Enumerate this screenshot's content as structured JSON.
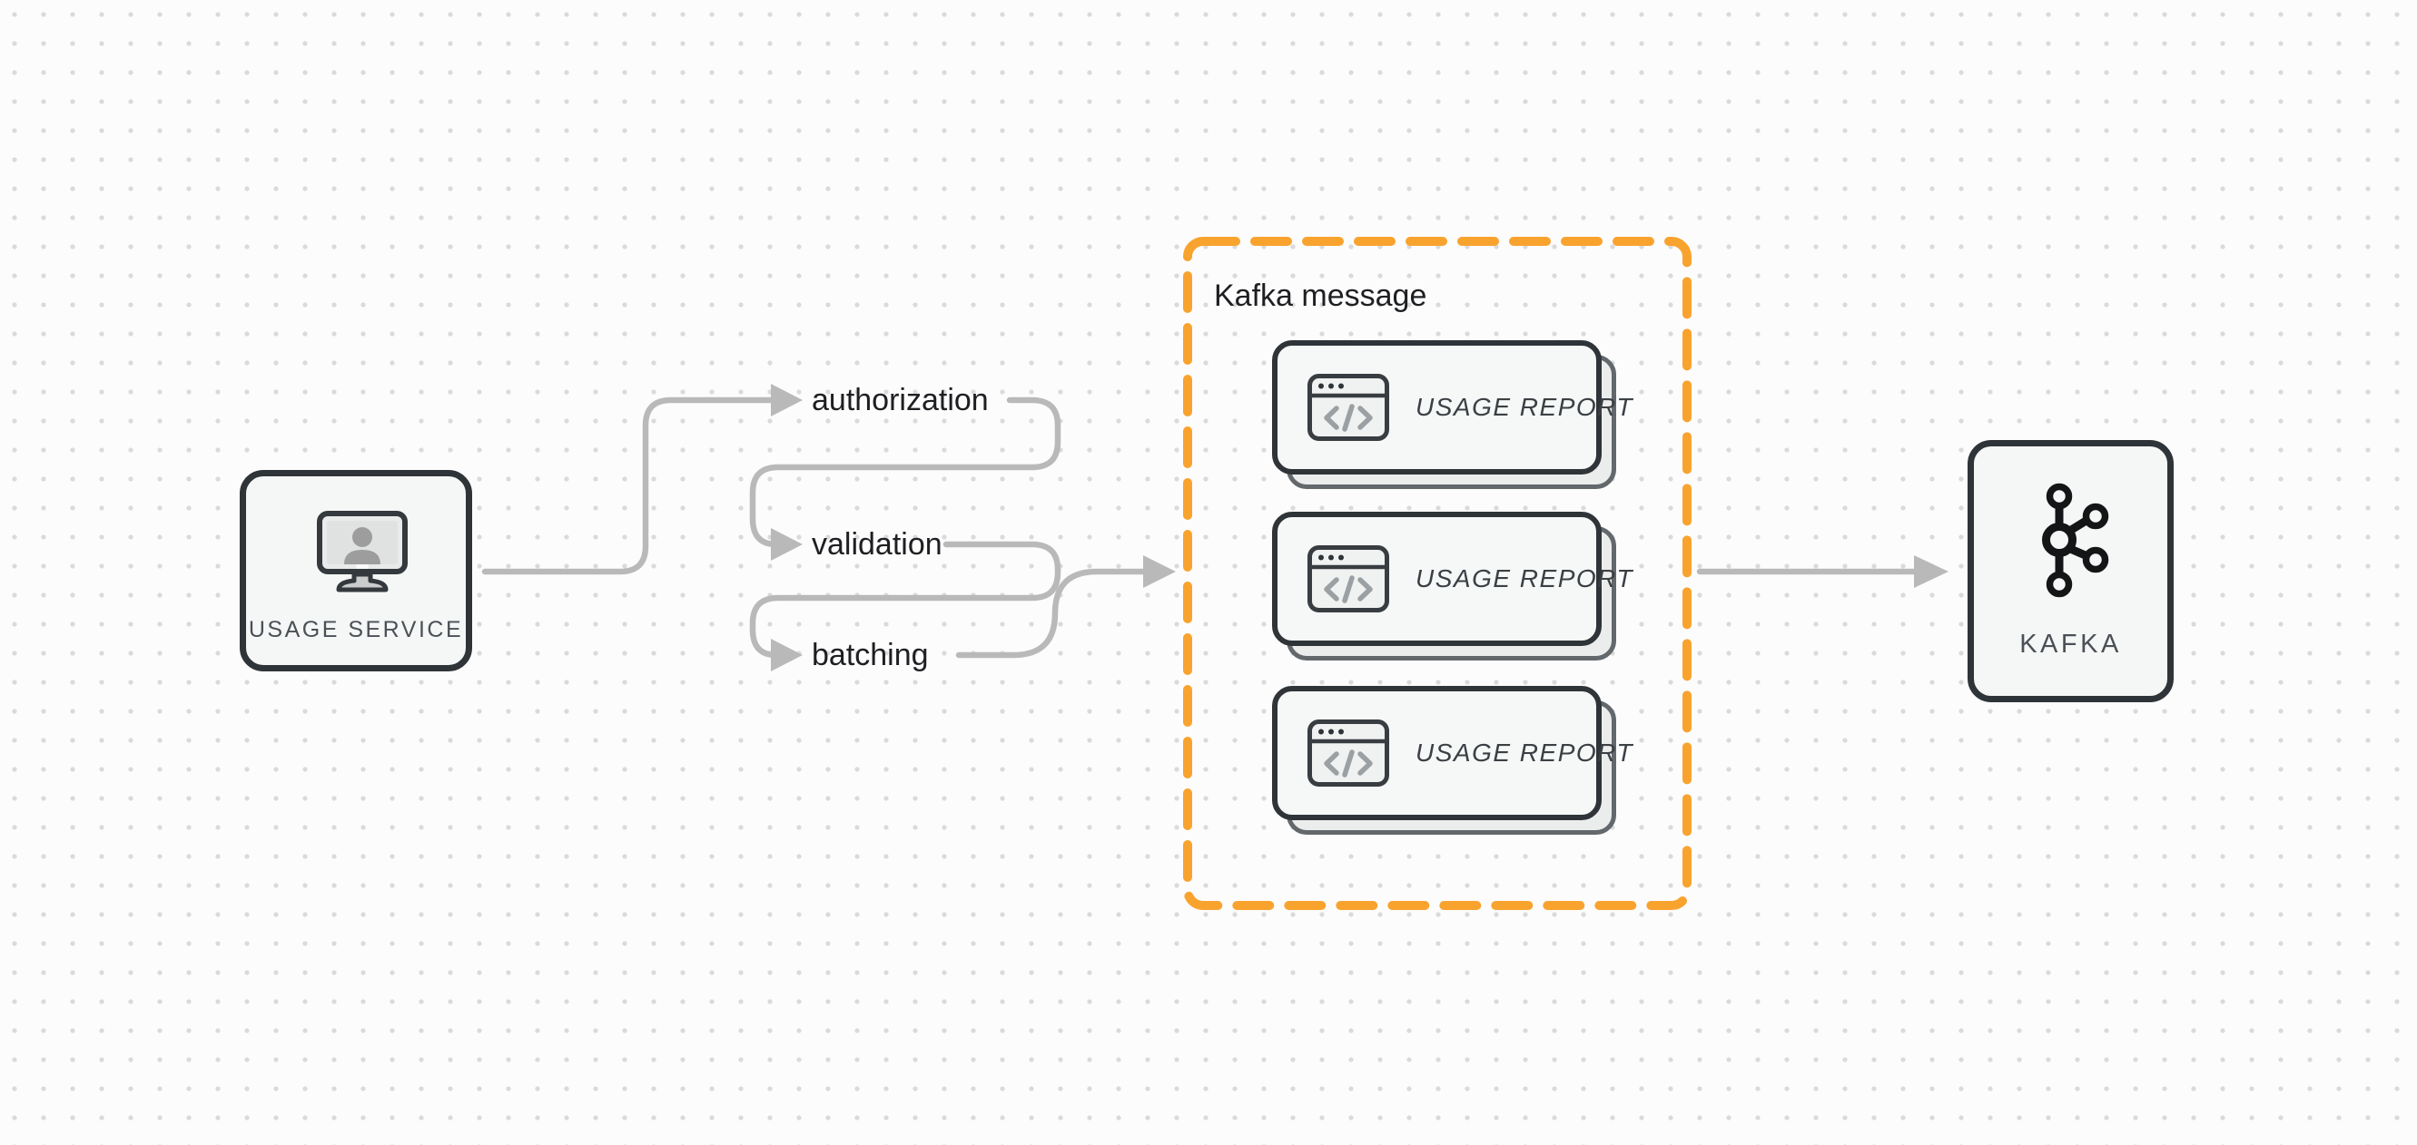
{
  "nodes": {
    "usage_service": {
      "label": "USAGE SERVICE",
      "icon": "monitor-user-icon"
    },
    "kafka": {
      "label": "KAFKA",
      "icon": "kafka-logo-icon"
    }
  },
  "pipeline_steps": [
    {
      "label": "authorization"
    },
    {
      "label": "validation"
    },
    {
      "label": "batching"
    }
  ],
  "kafka_message_group": {
    "title": "Kafka message",
    "cards": [
      {
        "label": "USAGE REPORT",
        "icon": "code-window-icon"
      },
      {
        "label": "USAGE REPORT",
        "icon": "code-window-icon"
      },
      {
        "label": "USAGE REPORT",
        "icon": "code-window-icon"
      }
    ]
  },
  "colors": {
    "accent_orange": "#F9A32F",
    "connector_gray": "#b9b9b9",
    "outline_dark": "#2f3438",
    "node_background": "#f5f7f6",
    "dot_grid": "#dadada"
  }
}
